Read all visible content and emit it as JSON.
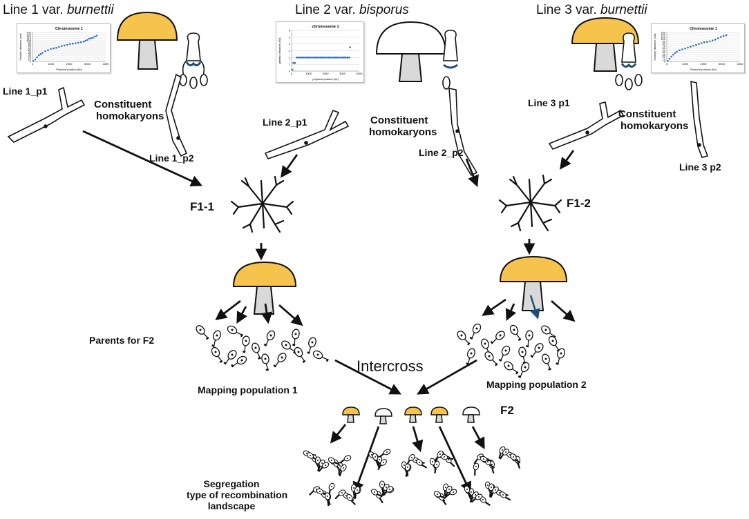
{
  "lines": [
    {
      "prefix": "Line 1 var. ",
      "variety": "burnettii"
    },
    {
      "prefix": "Line 2 var. ",
      "variety": "bisporus"
    },
    {
      "prefix": "Line 3 var. ",
      "variety": "burnettii"
    }
  ],
  "homokaryons": {
    "line1_p1": "Line 1_p1",
    "line1_p2": "Line 1_p2",
    "line2_p1": "Line 2_p1",
    "line2_p2": "Line 2_p2",
    "line3_p1": "Line 3 p1",
    "line3_p2": "Line 3 p2"
  },
  "constituent": {
    "left_line1": "Constituent",
    "left_line2": "homokaryons",
    "mid_line1": "Constituent",
    "mid_line2": "homokaryons",
    "right_line1": "Constituent",
    "right_line2": "homokaryons"
  },
  "f1": {
    "left": "F1-1",
    "right": "F1-2"
  },
  "f2": "F2",
  "parents_label": "Parents for F2",
  "intercross": "Intercross",
  "mapping": {
    "pop1": "Mapping population 1",
    "pop2": "Mapping population 2"
  },
  "segregation": {
    "line1": "Segregation",
    "line2": "type of recombination",
    "line3": "landscape"
  },
  "colors": {
    "cap_yellow": "#F6C34C",
    "cap_white": "#ffffff",
    "stem_gray": "#d9d9d9",
    "clamp_blue": "#1f4e79",
    "series_blue": "#2f6fb5"
  },
  "chart_data": [
    {
      "type": "scatter",
      "title": "Chromosome 1",
      "xlabel": "Physical position (kb)",
      "ylabel": "Genetic distance (cM)",
      "xticks": [
        0,
        1000,
        2000,
        3000,
        4000
      ],
      "yticks": [
        0,
        10,
        20,
        30,
        40,
        50,
        60,
        70,
        80,
        90,
        100,
        110,
        120,
        130,
        140
      ],
      "xlim": [
        0,
        4000
      ],
      "ylim": [
        0,
        140
      ],
      "grid": true,
      "x": [
        50,
        150,
        250,
        350,
        450,
        550,
        700,
        850,
        1000,
        1150,
        1300,
        1450,
        1600,
        1750,
        1900,
        2050,
        2200,
        2350,
        2500,
        2650,
        2800,
        2900,
        3000,
        3100,
        3200,
        3300,
        3400,
        3500
      ],
      "y": [
        2,
        10,
        20,
        30,
        36,
        42,
        50,
        54,
        60,
        63,
        66,
        70,
        74,
        77,
        80,
        84,
        86,
        88,
        90,
        93,
        96,
        100,
        104,
        110,
        112,
        114,
        120,
        124
      ]
    },
    {
      "type": "scatter",
      "title": "chromosome 1",
      "xlabel": "physical position (kb)",
      "ylabel": "genetic distance (cM)",
      "xticks": [
        0,
        1000,
        2000,
        3000,
        4000
      ],
      "yticks": [
        0,
        1,
        2,
        3,
        4,
        5,
        6
      ],
      "xlim": [
        0,
        4000
      ],
      "ylim": [
        0,
        6
      ],
      "grid": true,
      "x": [
        50,
        100,
        200,
        300,
        400,
        500,
        600,
        700,
        800,
        900,
        1000,
        1100,
        1200,
        1300,
        1400,
        1500,
        1600,
        1700,
        1800,
        1900,
        2000,
        2100,
        2200,
        2300,
        2400,
        2500,
        2600,
        2700,
        2800,
        2900,
        3000,
        3100,
        3200,
        3300,
        3400,
        3450
      ],
      "y": [
        0.2,
        1.2,
        1.2,
        2,
        2,
        2,
        2,
        2,
        2,
        2,
        2,
        2,
        2,
        2,
        2,
        2,
        2,
        2,
        2,
        2,
        2,
        2,
        2,
        2,
        2,
        2,
        2,
        2,
        2,
        2,
        2,
        2,
        2,
        2,
        2,
        3.5
      ]
    },
    {
      "type": "scatter",
      "title": "Chromosome 1",
      "xlabel": "Physical position (kb)",
      "ylabel": "Genetic distance (cM)",
      "xticks": [
        0,
        1000,
        2000,
        3000,
        4000
      ],
      "yticks": [
        0,
        10,
        20,
        30,
        40,
        50,
        60,
        70,
        80,
        90,
        100,
        110,
        120,
        130
      ],
      "xlim": [
        0,
        4000
      ],
      "ylim": [
        0,
        130
      ],
      "grid": true,
      "x": [
        50,
        150,
        250,
        350,
        450,
        550,
        700,
        850,
        1000,
        1150,
        1300,
        1450,
        1600,
        1750,
        1900,
        2050,
        2200,
        2350,
        2500,
        2650,
        2800,
        2950,
        3100,
        3250
      ],
      "y": [
        2,
        12,
        22,
        30,
        38,
        44,
        50,
        54,
        58,
        62,
        66,
        70,
        74,
        78,
        82,
        86,
        88,
        90,
        94,
        98,
        104,
        110,
        114,
        118
      ]
    }
  ]
}
